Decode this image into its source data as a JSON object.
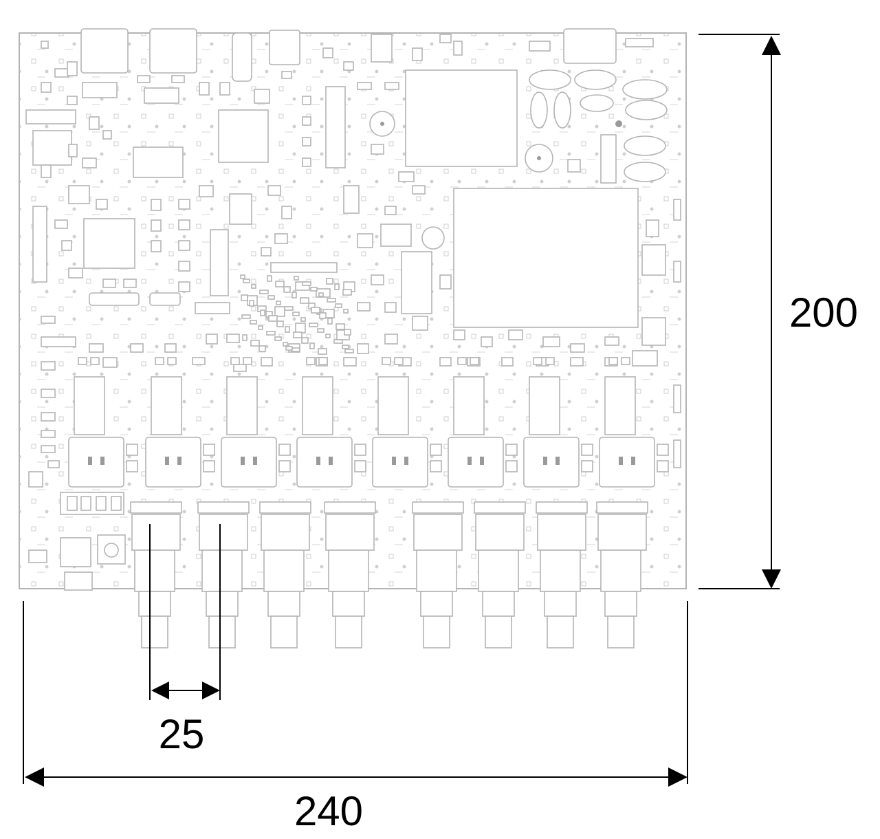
{
  "dimensions": {
    "height_value": "200",
    "width_value": "240",
    "pitch_value": "25"
  },
  "board": {
    "bnc_count": 8,
    "relay_count": 8
  },
  "colors": {
    "outline": "#b4b4b4",
    "dimension": "#000000",
    "background": "#ffffff"
  }
}
